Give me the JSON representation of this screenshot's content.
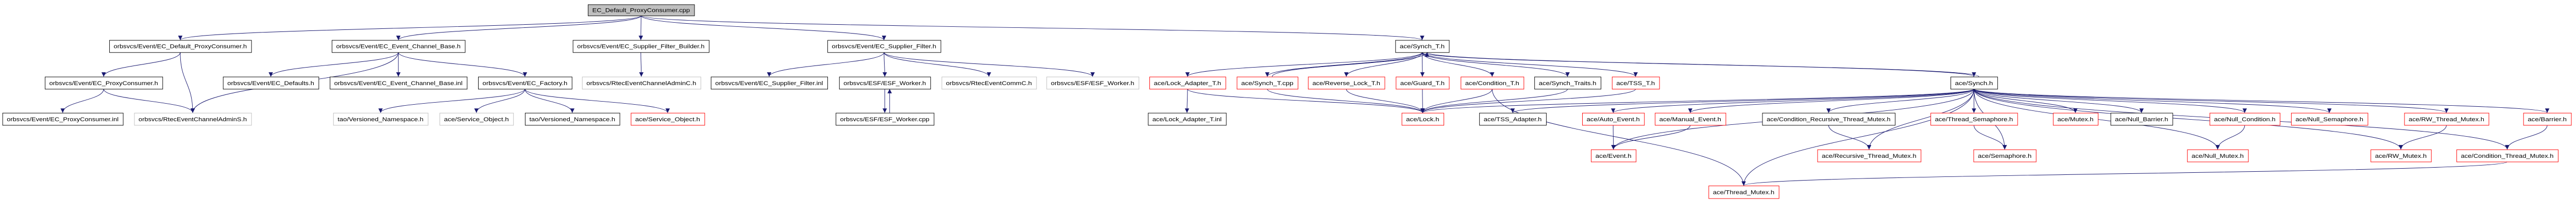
{
  "title": "EC_Default_ProxyConsumer.cpp",
  "colors": {
    "edge": "#191970",
    "root_fill": "#bfbfbf",
    "documented_border": "#000000",
    "undocumented_border": "#bfbfbf",
    "truncated_border": "#ff0000"
  },
  "nodes": {
    "n0": {
      "label": "EC_Default_ProxyConsumer.cpp",
      "kind": "root"
    },
    "a": {
      "label": "orbsvcs/Event/EC_Default_ProxyConsumer.h",
      "kind": "normal"
    },
    "b": {
      "label": "orbsvcs/Event/EC_Event_Channel_Base.h",
      "kind": "normal"
    },
    "c": {
      "label": "orbsvcs/Event/EC_Supplier_Filter_Builder.h",
      "kind": "normal"
    },
    "d": {
      "label": "orbsvcs/Event/EC_Supplier_Filter.h",
      "kind": "normal"
    },
    "e": {
      "label": "ace/Synch_T.h",
      "kind": "normal"
    },
    "f": {
      "label": "orbsvcs/Event/EC_ProxyConsumer.h",
      "kind": "normal"
    },
    "g": {
      "label": "orbsvcs/Event/EC_Defaults.h",
      "kind": "normal"
    },
    "h": {
      "label": "orbsvcs/Event/EC_Event_Channel_Base.inl",
      "kind": "normal"
    },
    "i": {
      "label": "orbsvcs/Event/EC_Factory.h",
      "kind": "normal"
    },
    "j": {
      "label": "orbsvcs/RtecEventChannelAdminC.h",
      "kind": "external"
    },
    "k": {
      "label": "orbsvcs/Event/EC_Supplier_Filter.inl",
      "kind": "normal"
    },
    "l": {
      "label": "orbsvcs/ESF/ESF_Worker.h",
      "kind": "normal"
    },
    "m": {
      "label": "orbsvcs/RtecEventCommC.h",
      "kind": "external"
    },
    "n": {
      "label": "orbsvcs/ESF/ESF_Worker.h",
      "kind": "external"
    },
    "o": {
      "label": "ace/Lock_Adapter_T.h",
      "kind": "truncated"
    },
    "p": {
      "label": "ace/Synch_T.cpp",
      "kind": "truncated"
    },
    "q": {
      "label": "ace/Reverse_Lock_T.h",
      "kind": "truncated"
    },
    "r": {
      "label": "ace/Guard_T.h",
      "kind": "truncated"
    },
    "s": {
      "label": "ace/Condition_T.h",
      "kind": "truncated"
    },
    "t": {
      "label": "ace/Synch_Traits.h",
      "kind": "normal"
    },
    "u": {
      "label": "ace/TSS_T.h",
      "kind": "truncated"
    },
    "v": {
      "label": "ace/Synch.h",
      "kind": "normal"
    },
    "w": {
      "label": "orbsvcs/Event/EC_ProxyConsumer.inl",
      "kind": "normal"
    },
    "x": {
      "label": "orbsvcs/RtecEventChannelAdminS.h",
      "kind": "external"
    },
    "y": {
      "label": "tao/Versioned_Namespace.h",
      "kind": "external"
    },
    "z": {
      "label": "ace/Service_Object.h",
      "kind": "external"
    },
    "aa": {
      "label": "tao/Versioned_Namespace.h",
      "kind": "normal"
    },
    "ab": {
      "label": "ace/Service_Object.h",
      "kind": "truncated"
    },
    "ac": {
      "label": "orbsvcs/ESF/ESF_Worker.cpp",
      "kind": "normal"
    },
    "ad": {
      "label": "ace/Lock_Adapter_T.inl",
      "kind": "normal"
    },
    "ae": {
      "label": "ace/Lock.h",
      "kind": "truncated"
    },
    "af": {
      "label": "ace/TSS_Adapter.h",
      "kind": "normal"
    },
    "ag": {
      "label": "ace/Auto_Event.h",
      "kind": "truncated"
    },
    "ah": {
      "label": "ace/Manual_Event.h",
      "kind": "truncated"
    },
    "ai": {
      "label": "ace/Condition_Recursive_Thread_Mutex.h",
      "kind": "normal"
    },
    "aj": {
      "label": "ace/Thread_Semaphore.h",
      "kind": "truncated"
    },
    "ak": {
      "label": "ace/Mutex.h",
      "kind": "truncated"
    },
    "al": {
      "label": "ace/Null_Barrier.h",
      "kind": "normal"
    },
    "am": {
      "label": "ace/Null_Condition.h",
      "kind": "truncated"
    },
    "an": {
      "label": "ace/Null_Semaphore.h",
      "kind": "truncated"
    },
    "ao": {
      "label": "ace/RW_Thread_Mutex.h",
      "kind": "truncated"
    },
    "ap": {
      "label": "ace/Barrier.h",
      "kind": "truncated"
    },
    "aq": {
      "label": "ace/Event.h",
      "kind": "truncated"
    },
    "ar": {
      "label": "ace/Recursive_Thread_Mutex.h",
      "kind": "truncated"
    },
    "as": {
      "label": "ace/Semaphore.h",
      "kind": "truncated"
    },
    "at": {
      "label": "ace/Null_Mutex.h",
      "kind": "truncated"
    },
    "au": {
      "label": "ace/RW_Mutex.h",
      "kind": "truncated"
    },
    "av": {
      "label": "ace/Condition_Thread_Mutex.h",
      "kind": "truncated"
    },
    "aw": {
      "label": "ace/Thread_Mutex.h",
      "kind": "truncated"
    }
  },
  "edges": [
    [
      "n0",
      "a"
    ],
    [
      "n0",
      "b"
    ],
    [
      "n0",
      "c"
    ],
    [
      "n0",
      "d"
    ],
    [
      "n0",
      "e"
    ],
    [
      "a",
      "f"
    ],
    [
      "a",
      "x"
    ],
    [
      "b",
      "x"
    ],
    [
      "b",
      "g"
    ],
    [
      "b",
      "h"
    ],
    [
      "b",
      "i"
    ],
    [
      "f",
      "w"
    ],
    [
      "f",
      "x"
    ],
    [
      "i",
      "y"
    ],
    [
      "i",
      "z"
    ],
    [
      "i",
      "aa"
    ],
    [
      "i",
      "ab"
    ],
    [
      "c",
      "j"
    ],
    [
      "d",
      "k"
    ],
    [
      "d",
      "l"
    ],
    [
      "d",
      "m"
    ],
    [
      "d",
      "n"
    ],
    [
      "l",
      "ac"
    ],
    [
      "ac",
      "l"
    ],
    [
      "e",
      "o"
    ],
    [
      "e",
      "p"
    ],
    [
      "p",
      "e"
    ],
    [
      "e",
      "q"
    ],
    [
      "e",
      "r"
    ],
    [
      "e",
      "s"
    ],
    [
      "e",
      "t"
    ],
    [
      "e",
      "u"
    ],
    [
      "e",
      "v"
    ],
    [
      "v",
      "e"
    ],
    [
      "o",
      "ad"
    ],
    [
      "o",
      "ae"
    ],
    [
      "p",
      "ae"
    ],
    [
      "q",
      "ae"
    ],
    [
      "r",
      "ae"
    ],
    [
      "s",
      "ae"
    ],
    [
      "t",
      "ae"
    ],
    [
      "u",
      "ae"
    ],
    [
      "s",
      "aw"
    ],
    [
      "v",
      "ae"
    ],
    [
      "v",
      "af"
    ],
    [
      "v",
      "ag"
    ],
    [
      "v",
      "ah"
    ],
    [
      "v",
      "ai"
    ],
    [
      "v",
      "aj"
    ],
    [
      "v",
      "ak"
    ],
    [
      "v",
      "al"
    ],
    [
      "v",
      "am"
    ],
    [
      "v",
      "an"
    ],
    [
      "v",
      "ao"
    ],
    [
      "v",
      "ap"
    ],
    [
      "v",
      "aq"
    ],
    [
      "v",
      "ar"
    ],
    [
      "v",
      "as"
    ],
    [
      "v",
      "at"
    ],
    [
      "v",
      "au"
    ],
    [
      "v",
      "av"
    ],
    [
      "v",
      "aw"
    ],
    [
      "ag",
      "aq"
    ],
    [
      "ah",
      "aq"
    ],
    [
      "ai",
      "ar"
    ],
    [
      "aj",
      "as"
    ],
    [
      "am",
      "at"
    ],
    [
      "ao",
      "au"
    ],
    [
      "ap",
      "av"
    ],
    [
      "av",
      "aw"
    ]
  ]
}
